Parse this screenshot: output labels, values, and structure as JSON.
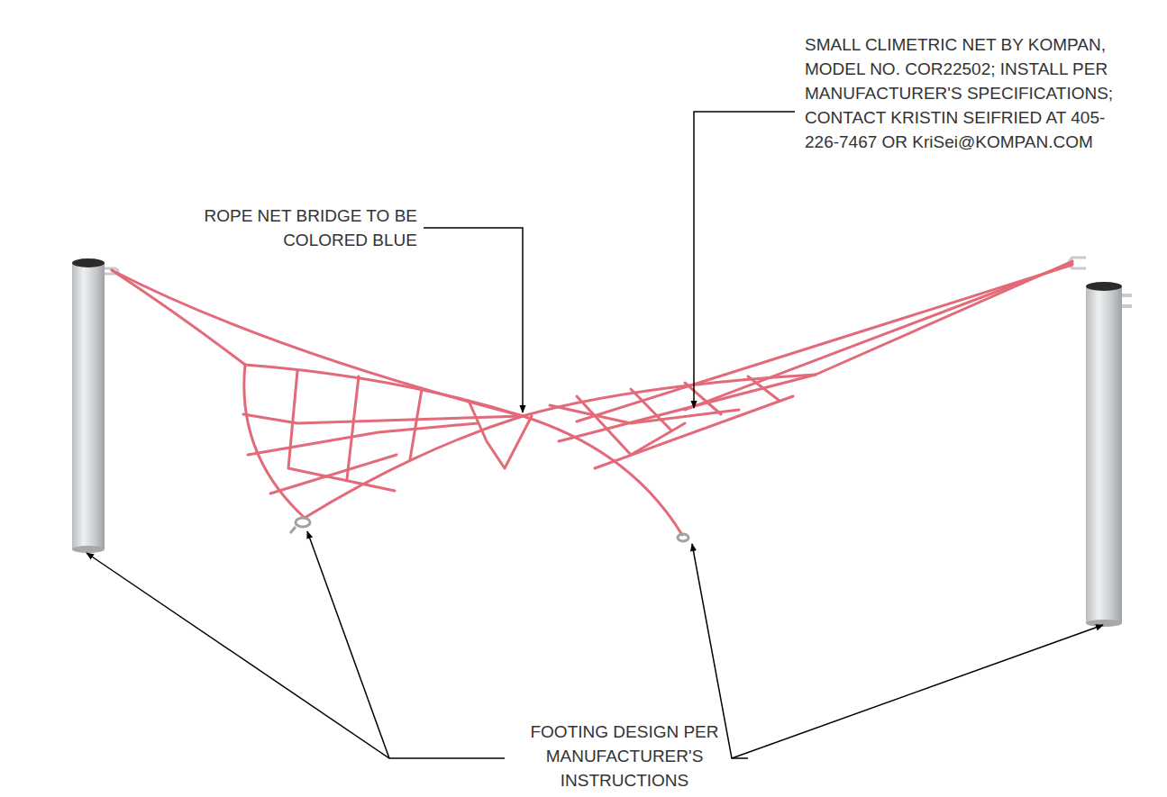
{
  "diagram": {
    "labels": [
      "SMALL CLIMETRIC NET BY KOMPAN, MODEL NO. COR22502; INSTALL PER MANUFACTURER'S SPECIFICATIONS; CONTACT KRISTIN SEIFRIED AT 405-226-7467 OR KriSei@KOMPAN.COM",
      "ROPE NET BRIDGE TO BE COLORED BLUE",
      "FOOTING DESIGN PER MANUFACTURER'S INSTRUCTIONS"
    ]
  }
}
